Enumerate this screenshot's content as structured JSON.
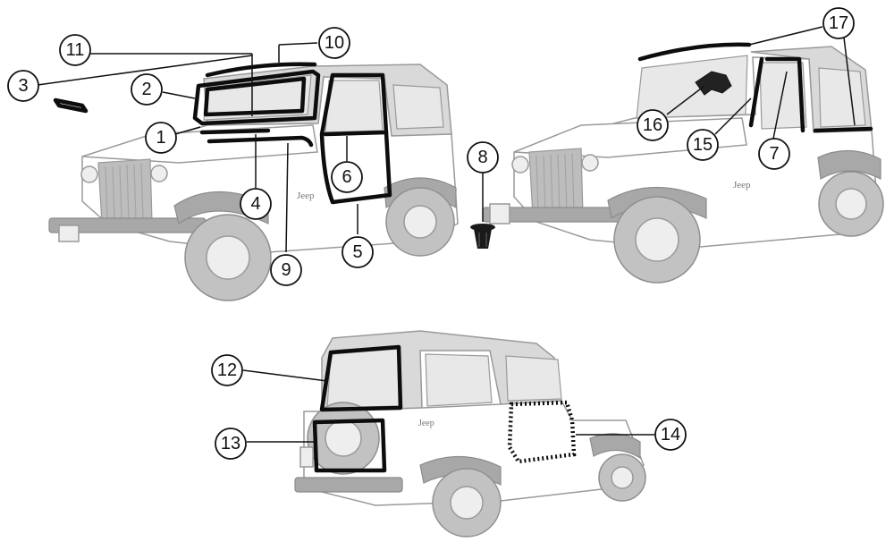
{
  "callouts": [
    {
      "id": "1",
      "label": "1"
    },
    {
      "id": "2",
      "label": "2"
    },
    {
      "id": "3",
      "label": "3"
    },
    {
      "id": "4",
      "label": "4"
    },
    {
      "id": "5",
      "label": "5"
    },
    {
      "id": "6",
      "label": "6"
    },
    {
      "id": "7",
      "label": "7"
    },
    {
      "id": "8",
      "label": "8"
    },
    {
      "id": "9",
      "label": "9"
    },
    {
      "id": "10",
      "label": "10"
    },
    {
      "id": "11",
      "label": "11"
    },
    {
      "id": "12",
      "label": "12"
    },
    {
      "id": "13",
      "label": "13"
    },
    {
      "id": "14",
      "label": "14"
    },
    {
      "id": "15",
      "label": "15"
    },
    {
      "id": "16",
      "label": "16"
    },
    {
      "id": "17",
      "label": "17"
    }
  ],
  "vehicle_badges": {
    "front_left_jeep": "Jeep",
    "front_right_jeep": "Jeep",
    "rear_jeep": "Jeep"
  },
  "colors": {
    "seal": "#0d0d0d",
    "vehicle_body": "#ffffff",
    "vehicle_top": "#d9d9d9",
    "outline": "#9a9a9a"
  }
}
